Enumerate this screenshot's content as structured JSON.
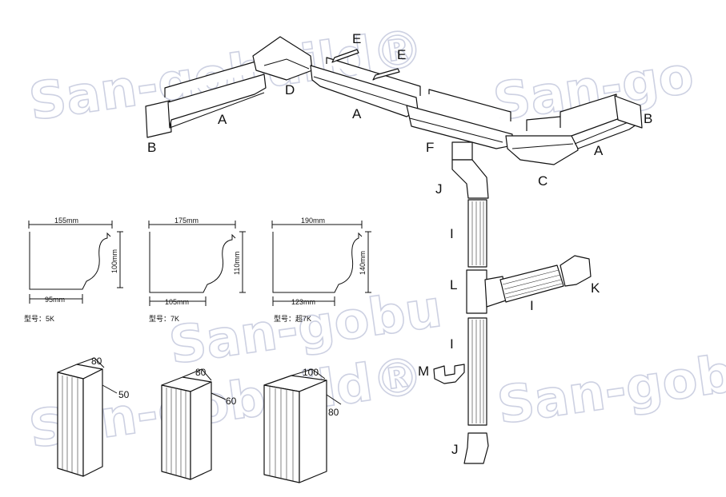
{
  "watermark": {
    "text_1": "San-gobuild®",
    "text_2": "San-gobuild®",
    "text_3": "San-gobu",
    "text_4": "San-go",
    "text_5": "San-gob"
  },
  "part_labels": {
    "a1": "A",
    "a2": "A",
    "a3": "A",
    "b1": "B",
    "b2": "B",
    "c": "C",
    "d": "D",
    "e1": "E",
    "e2": "E",
    "f": "F",
    "j1": "J",
    "j2": "J",
    "i1": "I",
    "i2": "I",
    "i3": "I",
    "l": "L",
    "k": "K",
    "m": "M"
  },
  "gutter_profiles": [
    {
      "top": "155mm",
      "bottom": "95mm",
      "height": "100mm",
      "model": "型号：5K"
    },
    {
      "top": "175mm",
      "bottom": "105mm",
      "height": "110mm",
      "model": "型号：7K"
    },
    {
      "top": "190mm",
      "bottom": "123mm",
      "height": "140mm",
      "model": "型号：超7K"
    }
  ],
  "downpipes": [
    {
      "width": "80",
      "depth": "50"
    },
    {
      "width": "80",
      "depth": "60"
    },
    {
      "width": "100",
      "depth": "80"
    }
  ]
}
